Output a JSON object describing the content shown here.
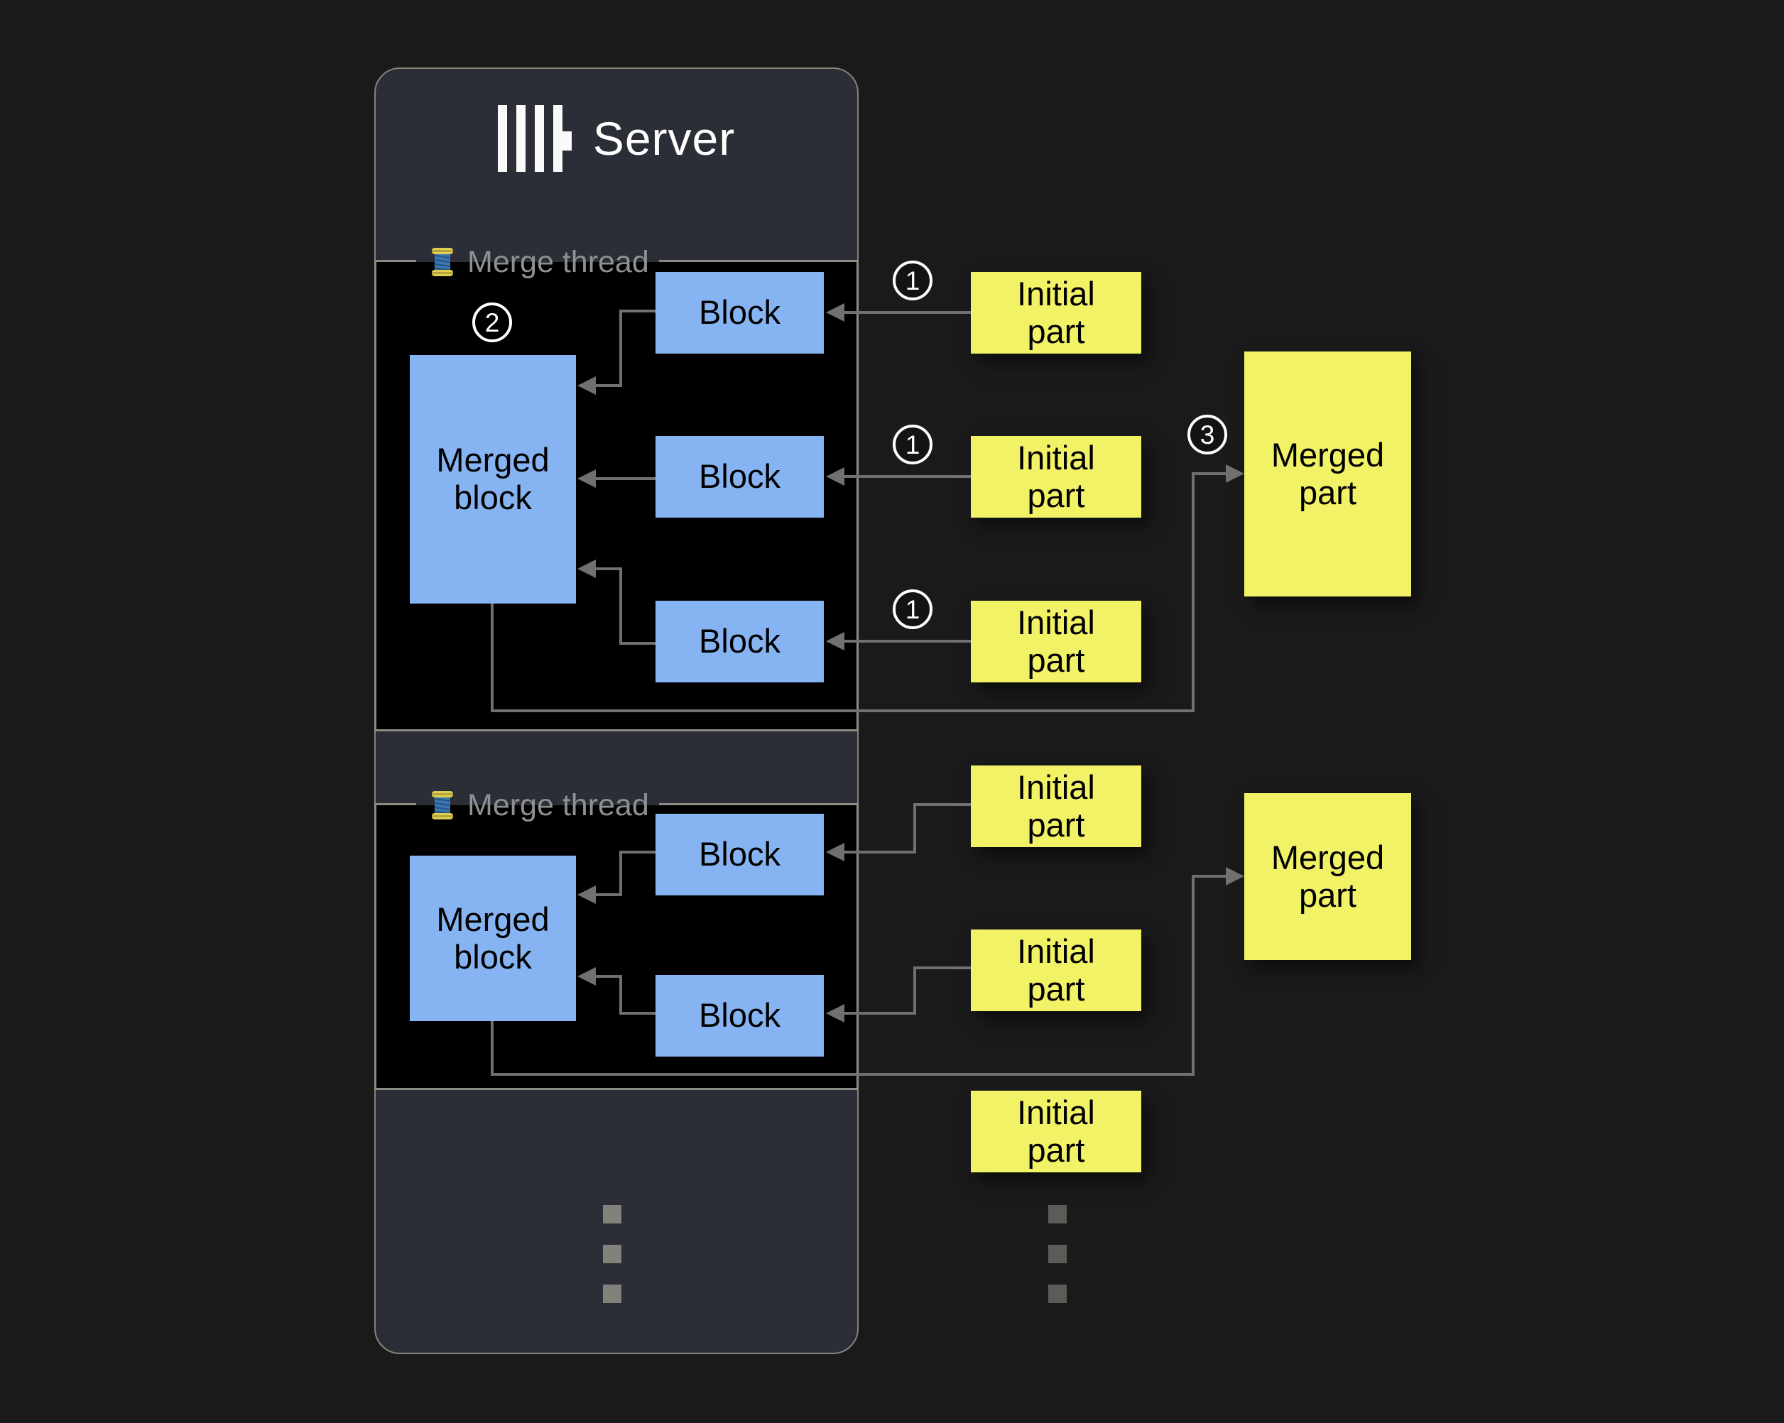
{
  "server": {
    "title": "Server",
    "logo": "clickhouse-bars-logo"
  },
  "threads": [
    {
      "label": "Merge thread",
      "icon": "thread-spool-icon",
      "merged_block_label": "Merged block",
      "blocks": [
        "Block",
        "Block",
        "Block"
      ]
    },
    {
      "label": "Merge thread",
      "icon": "thread-spool-icon",
      "merged_block_label": "Merged block",
      "blocks": [
        "Block",
        "Block"
      ]
    }
  ],
  "flow": {
    "initial_parts_group1": [
      "Initial part",
      "Initial part",
      "Initial part"
    ],
    "initial_parts_group2": [
      "Initial part",
      "Initial part",
      "Initial part"
    ],
    "merged_parts": [
      "Merged part",
      "Merged part"
    ],
    "step_badges": {
      "step1": "1",
      "step2": "2",
      "step3": "3"
    }
  },
  "ellipsis": {
    "server_column_dots": 3,
    "parts_column_dots": 3
  },
  "colors": {
    "background": "#1a1a1a",
    "server_panel": "#2b2e36",
    "panel_border": "#84847a",
    "thread_box_fill": "#000000",
    "thread_box_border": "#8c8c84",
    "block_fill": "#86b4f2",
    "part_fill": "#f2f266",
    "connector": "#707070",
    "label_text": "#8e9094",
    "title_text": "#ffffff"
  }
}
